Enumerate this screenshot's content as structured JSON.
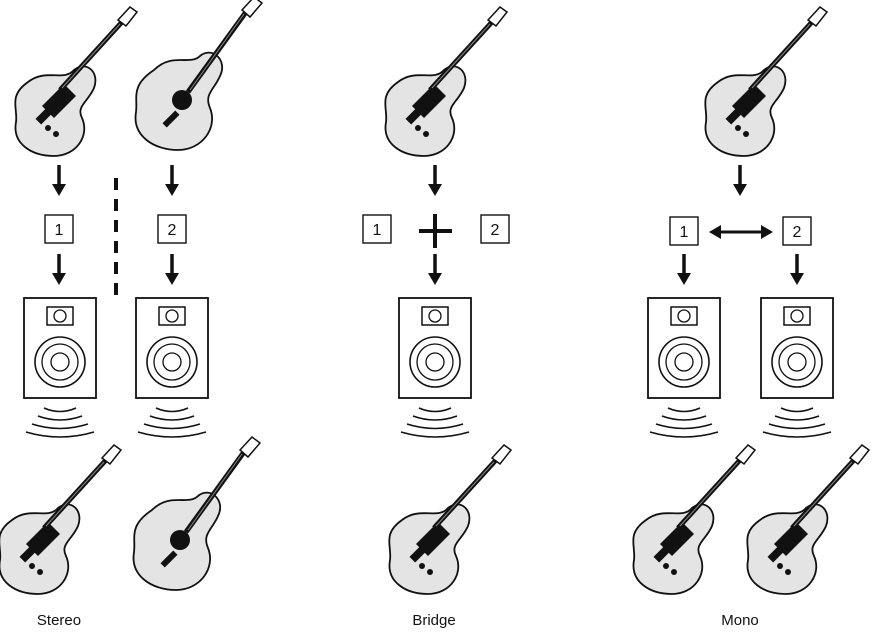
{
  "panels": [
    {
      "id": "stereo",
      "caption": "Stereo",
      "channels": [
        "1",
        "2"
      ]
    },
    {
      "id": "bridge",
      "caption": "Bridge",
      "channels": [
        "1",
        "2"
      ]
    },
    {
      "id": "mono",
      "caption": "Mono",
      "channels": [
        "1",
        "2"
      ]
    }
  ],
  "icons": {
    "electric_guitar": "electric-guitar-icon",
    "acoustic_guitar": "acoustic-guitar-icon",
    "speaker": "speaker-icon",
    "sound_waves": "sound-waves-icon",
    "arrow": "arrow-icon"
  },
  "colors": {
    "stroke": "#111111",
    "guitar_fill": "#e4e4e4",
    "background": "#ffffff"
  }
}
